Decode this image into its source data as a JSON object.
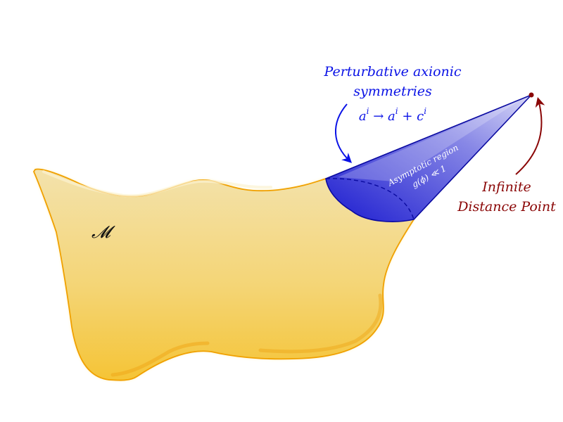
{
  "manifold": {
    "symbol": "𝓜"
  },
  "axionic": {
    "line1": "Perturbative axionic",
    "line2": "symmetries",
    "formula_a": "a",
    "formula_sup": "i",
    "formula_arrow": " → ",
    "formula_b": "a",
    "formula_sup2": "i",
    "formula_plus": " + c",
    "formula_sup3": "i"
  },
  "asymptotic": {
    "line1": "Asymptotic region",
    "line2": "g(ϕ) ≪ 1"
  },
  "infinite_point": {
    "line1": "Infinite",
    "line2": "Distance Point"
  },
  "colors": {
    "manifold_fill_top": "#f3e0a6",
    "manifold_fill_bottom": "#f5c232",
    "manifold_stroke": "#f0a000",
    "cone_fill": "#3a3ad8",
    "cone_stroke": "#0a0aa0",
    "blue_text": "#0a12e6",
    "red_text": "#8a0606",
    "point": "#8a0606"
  }
}
